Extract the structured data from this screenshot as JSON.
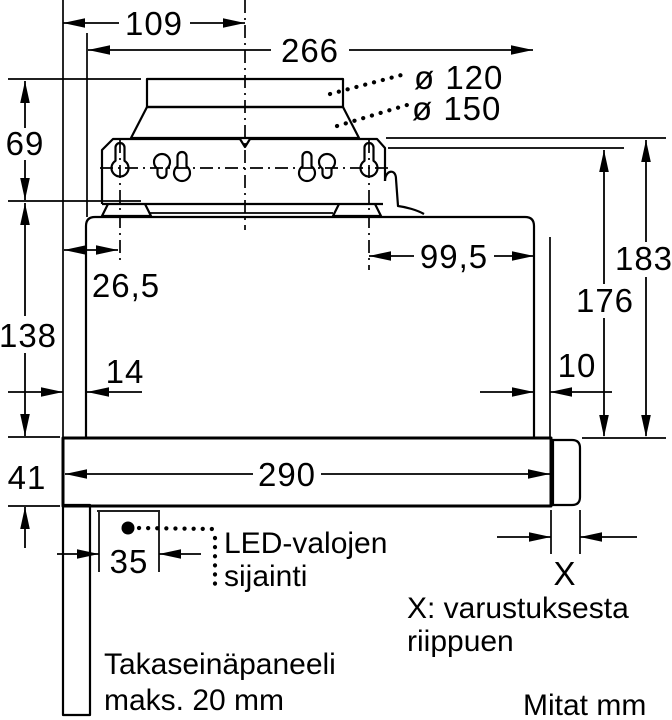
{
  "drawing": {
    "description": "Installation dimension drawing of a telescopic cooker hood, side view",
    "units_note": "Mitat mm",
    "colors": {
      "line": "#000000",
      "background": "#ffffff"
    },
    "dims": {
      "d109": "109",
      "d266": "266",
      "dia120": "ø 120",
      "dia150": "ø 150",
      "d69": "69",
      "d26_5": "26,5",
      "d99_5": "99,5",
      "d183": "183",
      "d176": "176",
      "d138": "138",
      "d14": "14",
      "d10": "10",
      "d41": "41",
      "d290": "290",
      "d35": "35",
      "x": "X"
    },
    "notes": {
      "led1": "LED-valojen",
      "led2": "sijainti",
      "x1": "X: varustuksesta",
      "x2": "riippuen",
      "panel1": "Takaseinäpaneeli",
      "panel2": "maks. 20 mm",
      "units": "Mitat mm"
    }
  }
}
